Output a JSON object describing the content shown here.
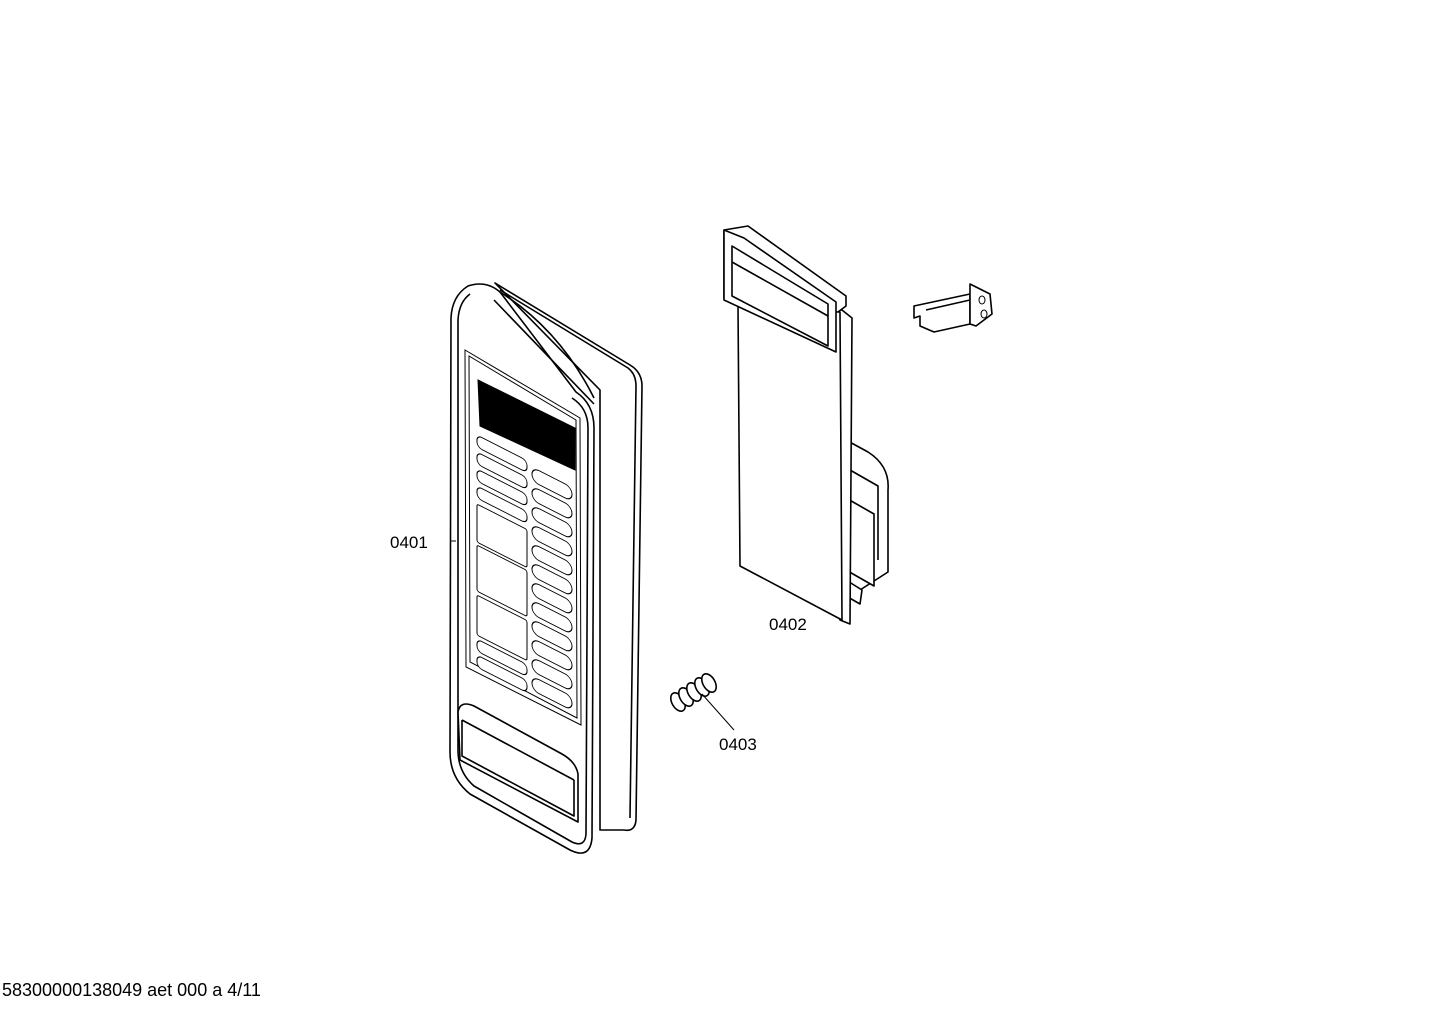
{
  "parts": [
    {
      "id": "front-panel",
      "label": "0401"
    },
    {
      "id": "circuit-board",
      "label": "0402"
    },
    {
      "id": "spring",
      "label": "0403"
    }
  ],
  "footer": "58300000138049 aet 000 a 4/11",
  "colors": {
    "line": "#000000",
    "background": "#ffffff"
  }
}
